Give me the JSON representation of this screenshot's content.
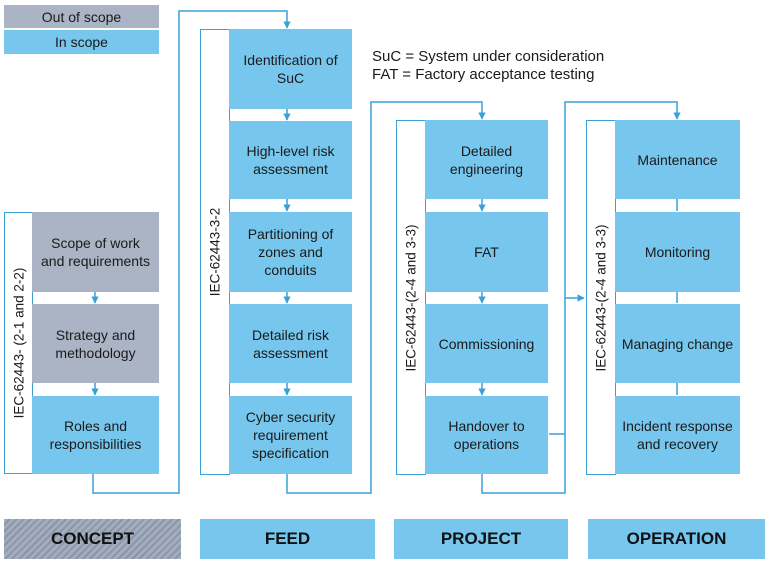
{
  "legend": {
    "out_of_scope": "Out of scope",
    "in_scope": "In scope"
  },
  "notes": {
    "suc": "SuC = System under consideration",
    "fat": "FAT = Factory acceptance testing"
  },
  "columns": {
    "concept": {
      "standard": "IEC-62443- (2-1 and 2-2)",
      "steps": [
        "Scope of work and requirements",
        "Strategy and methodology",
        "Roles and responsibilities"
      ]
    },
    "feed": {
      "standard": "IEC-62443-3-2",
      "steps": [
        "Identification of SuC",
        "High-level risk assessment",
        "Partitioning of zones and conduits",
        "Detailed risk assessment",
        "Cyber security requirement specification"
      ]
    },
    "project": {
      "standard": "IEC-62443-(2-4 and 3-3)",
      "steps": [
        "Detailed engineering",
        "FAT",
        "Commissioning",
        "Handover to operations"
      ]
    },
    "operation": {
      "standard": "IEC-62443-(2-4 and 3-3)",
      "steps": [
        "Maintenance",
        "Monitoring",
        "Managing change",
        "Incident response and recovery"
      ]
    }
  },
  "phases": [
    "CONCEPT",
    "FEED",
    "PROJECT",
    "OPERATION"
  ],
  "colors": {
    "in_scope": "#76c6ee",
    "out_of_scope": "#aab4c4",
    "line": "#3aa1d8"
  }
}
